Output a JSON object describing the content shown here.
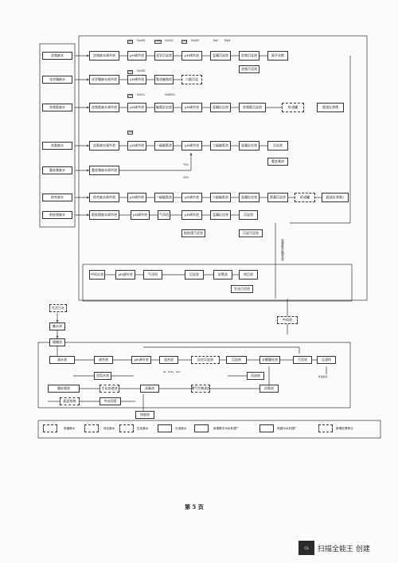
{
  "sources": [
    "含铬废水",
    "化学镍废水",
    "含铬氰废水",
    "含氰废水",
    "重金属废水",
    "综合废水",
    "前处理废水"
  ],
  "row1": {
    "b1": "含铬废水调节池",
    "b2": "pH调节池",
    "b3": "化学沉淀池",
    "b4": "pH调节池",
    "b5": "混凝沉淀池",
    "b6": "含铬沉淀池",
    "b7": "离子交换",
    "b8": "含铬污泥池"
  },
  "row2": {
    "b1": "化学镍废水调节池",
    "b2": "pH调节池",
    "b3": "氧化破络池",
    "b4": "二级沉淀"
  },
  "row3": {
    "b1": "含铬氰废水调节池",
    "b2": "pH调节池",
    "b3": "破氰反应池",
    "b4": "pH调节池",
    "b5": "混凝反应池",
    "b6": "含铬氰沉淀池",
    "b7": "砂滤罐",
    "b8": "超滤反渗透"
  },
  "row4": {
    "b1": "含氰废水调节池",
    "b2": "pH调节池",
    "b3": "一级破氰池",
    "b4": "pH调节池",
    "b5": "二级破氰池",
    "b6": "混凝反应池",
    "b7": "沉淀池",
    "b8": "重金属池"
  },
  "row5": {
    "b1": "重金属废水调节池"
  },
  "row6": {
    "b1": "综合废水调节池",
    "b2": "pH调节池",
    "b3": "一级破氰池",
    "b4": "pH调节池",
    "b5": "二级破氰池",
    "b6": "混凝反应池",
    "b7": "絮凝沉淀池",
    "b8": "砂滤罐",
    "b9": "超滤反渗透2"
  },
  "row7": {
    "b1": "前处理废水调节池",
    "b2": "pH调节池",
    "b3": "气浮机",
    "b4": "pH调节池",
    "b5": "混凝反应池",
    "b6": "沉淀池",
    "b7": "前处理污泥池",
    "b8": "沉淀污泥池"
  },
  "row8": {
    "b1": "中间水池",
    "b2": "pH调节池",
    "b3": "气浮机",
    "b4": "沉淀池",
    "b5": "好氧池",
    "b6": "终沉池",
    "b7": "生化污泥池"
  },
  "chips": {
    "ph": "pH",
    "naoh": "NaOH",
    "orp": "ORP",
    "naclo": "NaClO",
    "pac": "PAC",
    "pam": "PAM",
    "h2so4": "H₂SO₄",
    "nahso3": "NaHSO₃"
  },
  "pct": [
    "70%",
    "30%"
  ],
  "mid_pool": "中间池",
  "side_label": "电镀废水处理系统",
  "lower": {
    "top_box": "生活污水",
    "b_collect": "集水池",
    "b_grid": "格栅池",
    "b_adj": "调节池",
    "b_ph": "pH调节池",
    "b_mix": "混合池",
    "b_react": "反应沉淀池",
    "b_sed": "沉淀池",
    "b_mbr": "水解酸化池",
    "b_sludge": "污泥池",
    "b_press": "压滤机",
    "b_return": "回用水池",
    "b_disinfect": "消毒池",
    "b_ao": "生化处理池",
    "b_cloth": "曝气生物滤池",
    "b_back": "回流池",
    "b_anoxic": "厌氧池",
    "b_filter": "超滤系统",
    "b_membrane": "膜处理池",
    "b_clear": "清水池",
    "b_rec1": "回流水",
    "b_rec2": "清水回用",
    "b_out": "中水回用",
    "b_final": "排放池",
    "chem": "Ⅲ、PAM、PAC",
    "note": "外运处置"
  },
  "legend": [
    "电镀废水",
    "综合废水",
    "生化废水",
    "污泥废水",
    "新增集中污水处理厂",
    "电镀污水处理厂",
    "新增处理单元"
  ],
  "page_number": "第 5 页",
  "watermark": "扫描全能王 创建",
  "watermark_logo": "CS"
}
